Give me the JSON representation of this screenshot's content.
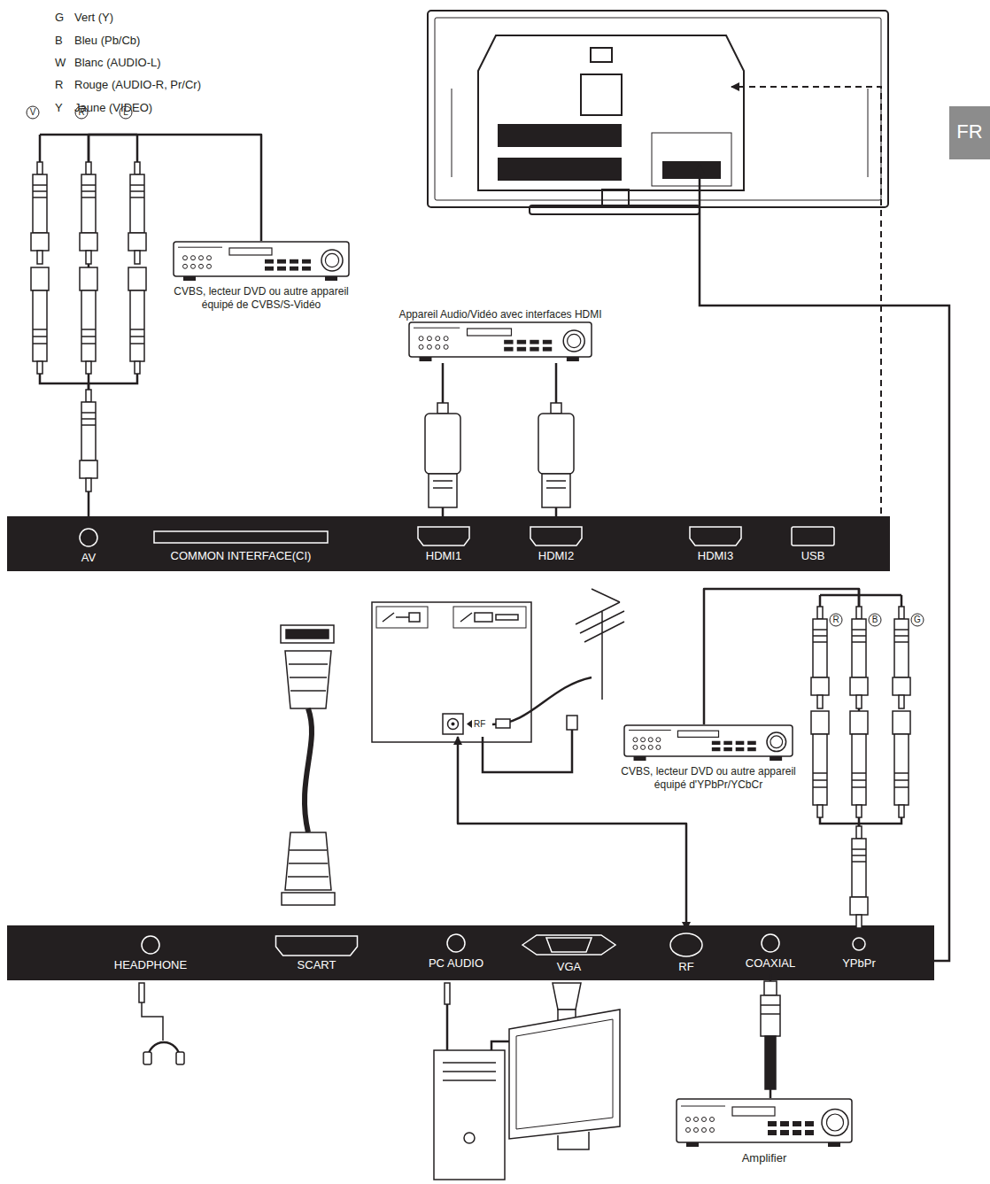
{
  "diagram": {
    "nodes": [
      {
        "text": [
          "CVBS, lecteur DVD ou autre appareil équipé de CVBS/S-Vidéo"
        ]
      },
      {
        "text": [
          "Appareil Audio/Vidéo avec interfaces HDMI"
        ]
      },
      {
        "text": [
          "AV"
        ]
      },
      {
        "text": [
          "COMMON INTERFACE(CI)"
        ]
      },
      {
        "text": [
          "HDMI1"
        ]
      },
      {
        "text": [
          "HDMI2"
        ]
      },
      {
        "text": [
          "HDMI3"
        ]
      },
      {
        "text": [
          "USB"
        ]
      },
      {
        "text": [
          "RF"
        ]
      },
      {
        "text": [
          "CVBS, lecteur DVD ou autre appareil équipé d'YPbPr/YCbCr"
        ]
      },
      {
        "text": [
          "HEADPHONE"
        ]
      },
      {
        "text": [
          "SCART"
        ]
      },
      {
        "text": [
          "PC AUDIO"
        ]
      },
      {
        "text": [
          "VGA"
        ]
      },
      {
        "text": [
          "RF"
        ]
      },
      {
        "text": [
          "COAXIAL"
        ]
      },
      {
        "text": [
          "YPbPr"
        ]
      },
      {
        "text": [
          "Amplifier"
        ]
      }
    ],
    "edges": [
      {
        "from": 0,
        "to": 2,
        "arrow": "none"
      },
      {
        "from": 1,
        "to": 4,
        "arrow": "none"
      },
      {
        "from": 1,
        "to": 5,
        "arrow": "none"
      },
      {
        "from": 8,
        "to": 14,
        "arrow": "both"
      },
      {
        "from": 9,
        "to": 16,
        "arrow": "none"
      },
      {
        "from": 17,
        "to": 15,
        "arrow": "none"
      }
    ],
    "labels": [
      "G",
      "Vert (Y)",
      "B",
      "Bleu (Pb/Cb)",
      "W",
      "Blanc (AUDIO-L)",
      "R",
      "Rouge (AUDIO-R, Pr/Cr)",
      "Y",
      "Jaune (VIDEO)",
      "FR",
      "V",
      "R",
      "L",
      "R",
      "B",
      "G"
    ]
  }
}
